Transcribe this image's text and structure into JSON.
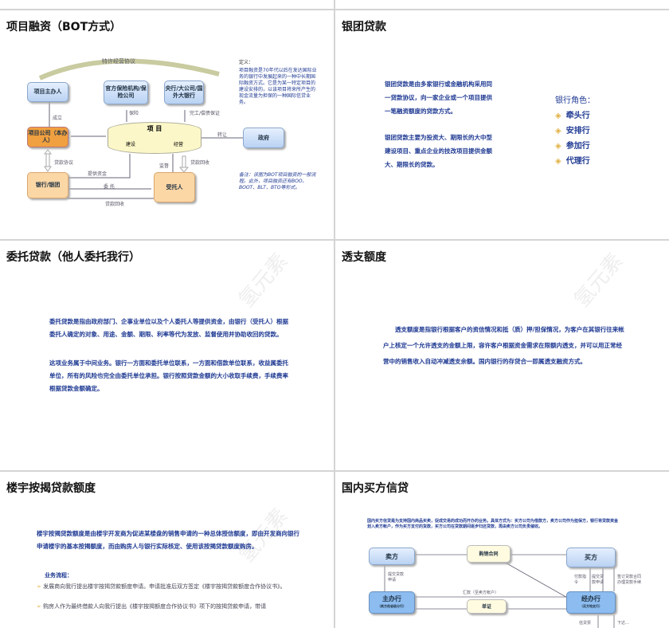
{
  "slides": [
    {
      "title": "项目融资（BOT方式）",
      "diagram": {
        "top_arrow": "特许经营协议",
        "sponsor": "项目主办人",
        "insurer": "官方保险机构/保险公司",
        "central_bank": "央行/大公司/国外大银行",
        "company": "项目公司（本办人）",
        "project": "项 目",
        "build": "建设",
        "operate": "经营",
        "government": "政府",
        "bank": "银行/银团",
        "trustee": "受托人",
        "l_establish": "成立",
        "l_insurance": "保险",
        "l_guarantee": "完工/偿债保证",
        "l_transfer": "转让",
        "l_loan_agreement": "贷款协议",
        "l_funds": "提供资金",
        "l_entrust": "委 托",
        "l_supervise": "监督",
        "l_collect": "贷款回收",
        "l_collect2": "贷款回收",
        "definition_title": "定义：",
        "definition": "项目融资是70年代以后在发达国际业务的银行中发展起来的一种中长期国际融资方式。它是为某一特定项目的建设安排的，以该项目将来所产生的现金流量为担保的一种国际信贷业务。",
        "remark": "备注：该图为BOT项目融资的一般流程。此外，项目融资还有BOO、BOOT、BLT、BTO等形式。"
      }
    },
    {
      "title": "银团贷款",
      "paragraphs": [
        "银团贷款是由多家银行或金融机构采用同一贷款协议，向一家企业或一个项目提供一笔融资额度的贷款方式。",
        "银团贷款主要为投资大、期限长的大中型建设项目、重点企业的技改项目提供金额大、期限长的贷款。"
      ],
      "roles_title": "银行角色：",
      "roles": [
        "牵头行",
        "安排行",
        "参加行",
        "代理行"
      ]
    },
    {
      "title": "委托贷款（他人委托我行）",
      "paragraphs": [
        "委托贷款是指由政府部门、企事业单位以及个人委托人等提供资金，由银行（受托人）根据委托人确定的对象、用途、金额、期限、利率等代为发放、监督使用并协助收回的贷款。",
        "这项业务属于中间业务。银行一方面和委托单位联系，一方面和借款单位联系，收益属委托单位，所有的风险也完全由委托单位承担。银行按照贷款金额的大小收取手续费，手续费率根据贷款金额确定。"
      ]
    },
    {
      "title": "透支额度",
      "paragraphs": [
        "透支额度是指银行根据客户的资信情况和抵（质）押/担保情况，为客户在其银行往来帐户上核定一个允许透支的金额上限，容许客户根据资金需求在限额内透支，并可以用正常经营中的销售收入自动冲减透支余额。国内银行的存贷合一即属透支融资方式。"
      ]
    },
    {
      "title": "楼宇按揭贷款额度",
      "paragraphs": [
        "楼宇按揭贷款额度是由楼宇开发商为促进某楼盘的销售申请的一种总体授信额度，即由开发商向银行申请楼宇的基本按揭额度，而由购房人与银行实际核定、使用该按揭贷款额度购房。"
      ],
      "process_title": "业务流程：",
      "steps": [
        "发展商向我行提出楼宇按揭贷款额度申请。申请批准后双方签定《楼宇按揭贷款额度合作协议书》。",
        "购房人作为最终借款人向我行提出《楼宇按揭额度合作协议书》项下的按揭贷款申请，带请"
      ]
    },
    {
      "title": "国内买方信贷",
      "intro": "国内买方信贷是为支持国内商品买卖，促成交易的成功而开办的业务。具体方式为：买方公司为借款方，卖方公司作为担保方，银行将贷款资金划入卖方帐户，作为买方支付的货款，买方公司在贷款期间逐步归还贷款，再由卖方公司负责催收。",
      "diagram": {
        "seller": "卖方",
        "contract": "购销合同",
        "buyer": "买方",
        "main_bank": "主办行",
        "main_bank_sub": "（卖方他省级分行）",
        "handling_bank": "经办行",
        "handling_bank_sub": "（买方地支行）",
        "voucher": "单证",
        "remit": "汇款（至卖方帐户）",
        "l_submit1": "提交贷款申请",
        "l_pay": "付款指令",
        "l_submit2": "提交贷款申请",
        "l_sign": "签订贷款合同办理贷款手续",
        "l_credit": "信贷票",
        "l_issue": "下达…"
      }
    }
  ]
}
